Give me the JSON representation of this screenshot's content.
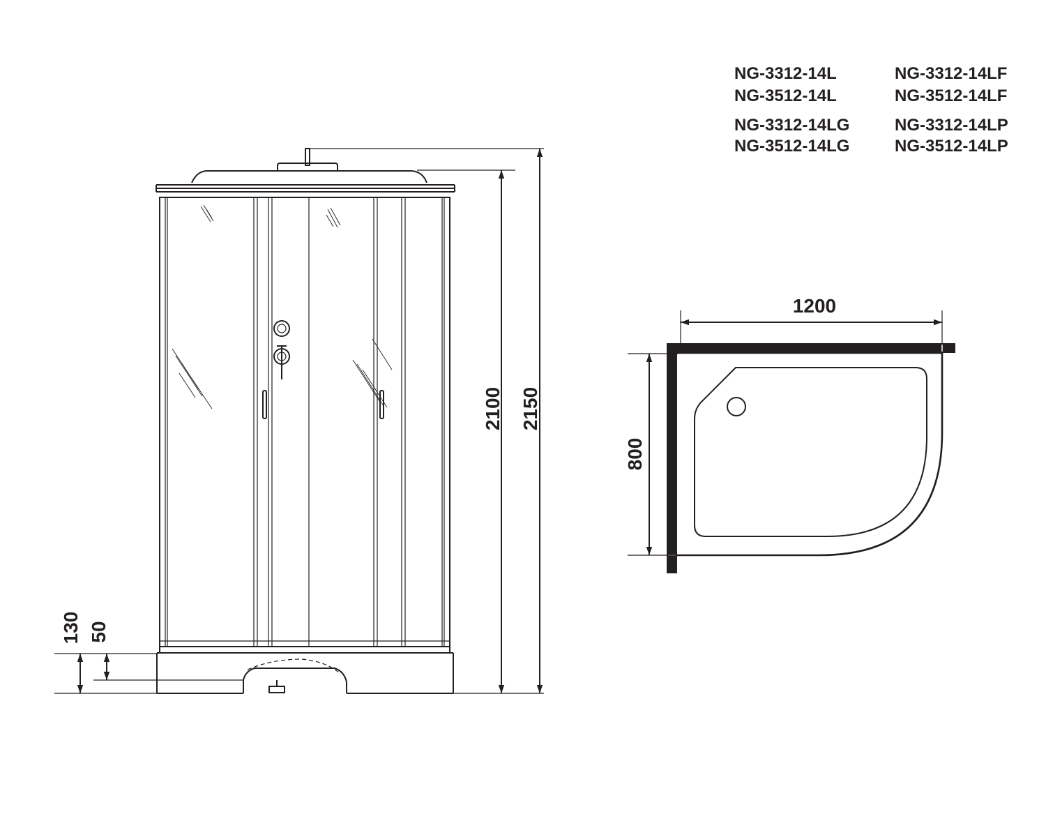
{
  "models": {
    "col1": [
      "NG-3312-14L",
      "NG-3512-14L",
      "NG-3312-14LG",
      "NG-3512-14LG"
    ],
    "col2": [
      "NG-3312-14LF",
      "NG-3512-14LF",
      "NG-3312-14LP",
      "NG-3512-14LP"
    ]
  },
  "front_view": {
    "dims": {
      "height_cabin": "2100",
      "height_total": "2150",
      "tray_height": "130",
      "step_height": "50"
    }
  },
  "plan_view": {
    "dims": {
      "width": "1200",
      "depth": "800"
    }
  },
  "colors": {
    "line": "#231f20",
    "background": "#ffffff"
  }
}
